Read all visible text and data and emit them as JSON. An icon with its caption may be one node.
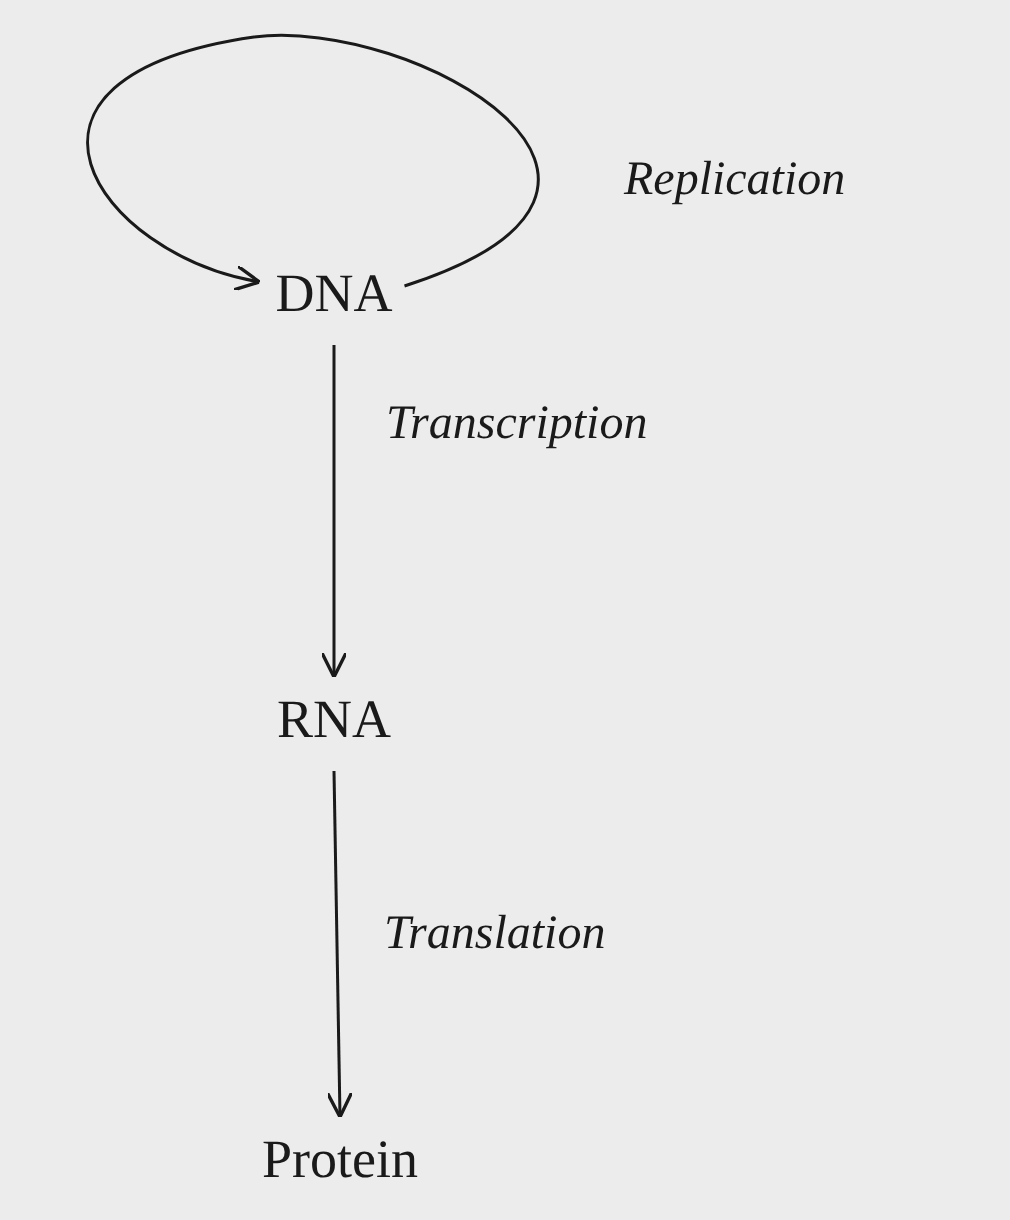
{
  "diagram": {
    "nodes": [
      {
        "text": [
          "DNA"
        ]
      },
      {
        "text": [
          "RNA"
        ]
      },
      {
        "text": [
          "Protein"
        ]
      }
    ],
    "edges": [
      {
        "from": 0,
        "to": 0,
        "arrow": "to",
        "label": "Replication"
      },
      {
        "from": 0,
        "to": 1,
        "arrow": "to",
        "label": "Transcription"
      },
      {
        "from": 1,
        "to": 2,
        "arrow": "to",
        "label": "Translation"
      }
    ]
  }
}
